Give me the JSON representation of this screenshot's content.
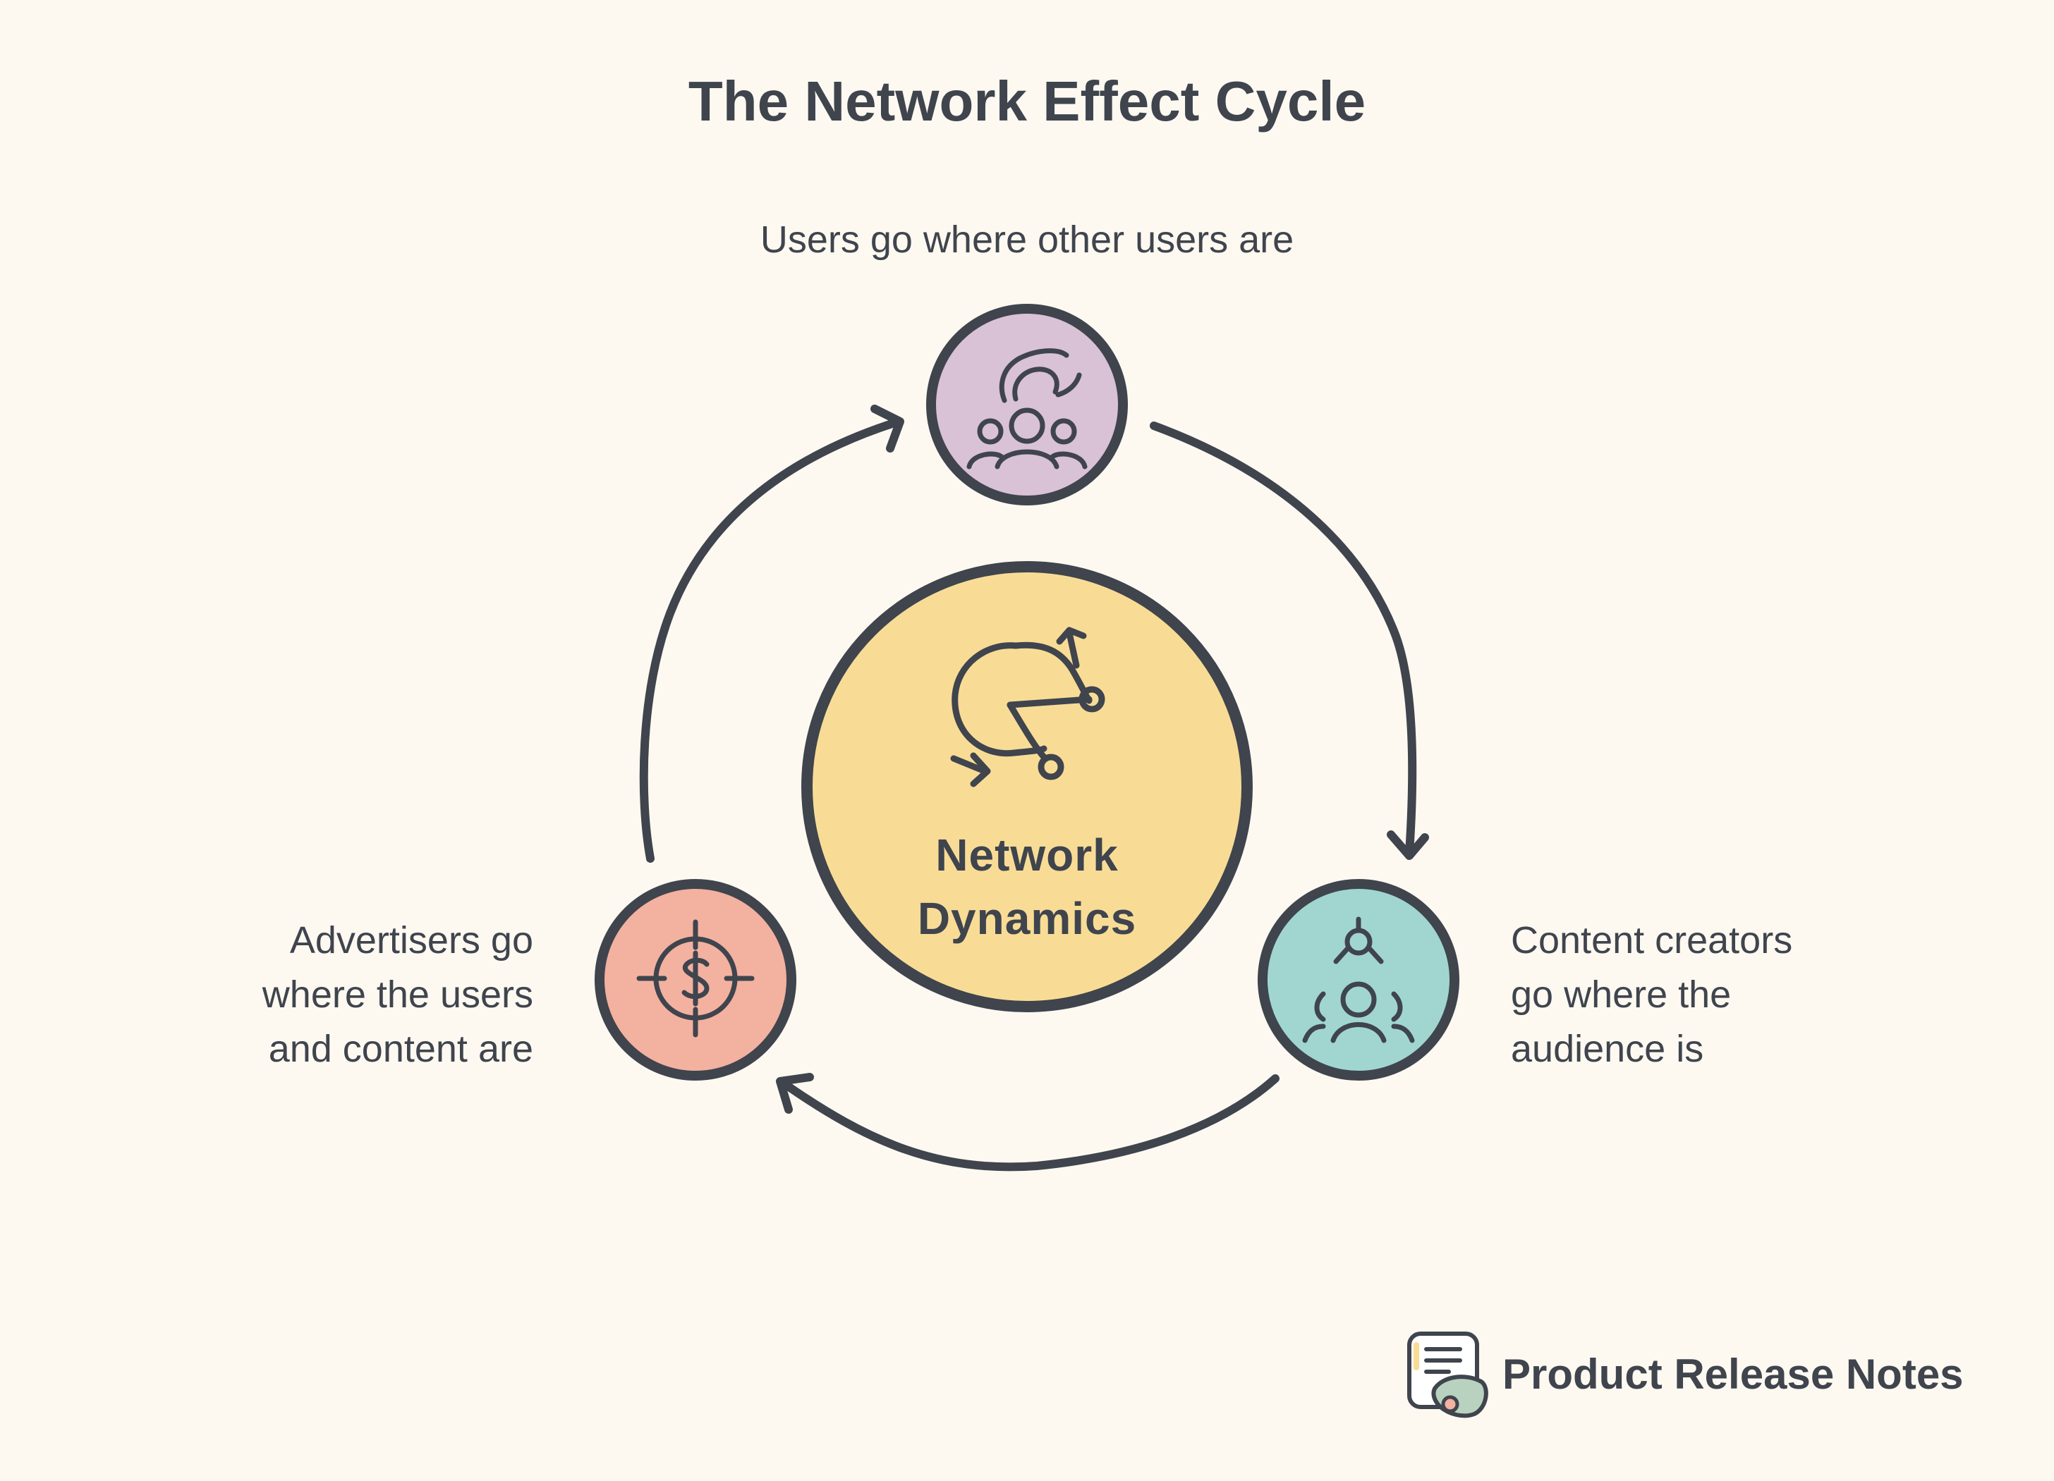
{
  "title": "The Network Effect Cycle",
  "center": {
    "line1": "Network",
    "line2": "Dynamics",
    "color": "#f8dc96"
  },
  "nodes": {
    "users": {
      "label": "Users go where other users are",
      "icon": "users-group-icon",
      "color": "#d9c1d6"
    },
    "creators": {
      "label_lines": [
        "Content creators",
        "go where the",
        "audience is"
      ],
      "icon": "content-creator-icon",
      "color": "#a1d6d0"
    },
    "advertisers": {
      "label_lines": [
        "Advertisers go",
        "where the users",
        "and content are"
      ],
      "icon": "dollar-target-icon",
      "color": "#f3b1a0"
    }
  },
  "brand": {
    "name": "Product Release Notes",
    "icon": "release-notes-logo-icon"
  },
  "colors": {
    "background": "#fdf9f1",
    "stroke": "#3f444d"
  }
}
